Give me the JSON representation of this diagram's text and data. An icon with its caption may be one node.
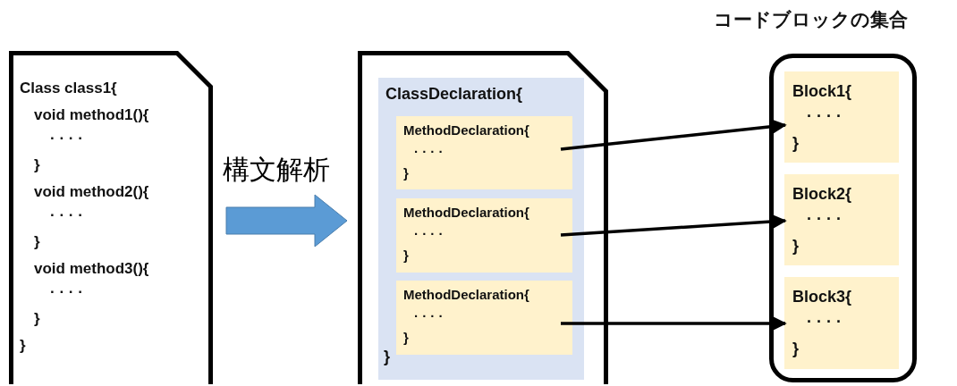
{
  "diagram": {
    "nodes": [
      {
        "text": [
          "Class class1{",
          "void method1(){",
          "· · · ·",
          "}",
          "void method2(){",
          "· · · ·",
          "}",
          "void method3(){",
          "· · · ·",
          "}",
          "}"
        ]
      },
      {
        "text": [],
        "shape": "box"
      },
      {
        "text": [
          "ClassDeclaration{",
          "}"
        ],
        "in": 1
      },
      {
        "text": [
          "MethodDeclaration{",
          "· · · ·",
          "}"
        ],
        "in": 2
      },
      {
        "text": [
          "MethodDeclaration{",
          "· · · ·",
          "}"
        ],
        "in": 2
      },
      {
        "text": [
          "MethodDeclaration{",
          "· · · ·",
          "}"
        ],
        "in": 2
      },
      {
        "text": [
          "コードブロックの集合"
        ]
      },
      {
        "text": [
          "Block1{",
          "· · · ·",
          "}"
        ],
        "in": 6
      },
      {
        "text": [
          "Block2{",
          "· · · ·",
          "}"
        ],
        "in": 6
      },
      {
        "text": [
          "Block3{",
          "· · · ·",
          "}"
        ],
        "in": 6
      }
    ],
    "edges": [
      {
        "from": 0,
        "to": 1,
        "arrow": "to",
        "label": "構文解析",
        "style": "thick",
        "color": "#5b9bd5"
      },
      {
        "from": 3,
        "to": 7,
        "arrow": "to"
      },
      {
        "from": 4,
        "to": 8,
        "arrow": "to"
      },
      {
        "from": 5,
        "to": 9,
        "arrow": "to"
      }
    ]
  }
}
